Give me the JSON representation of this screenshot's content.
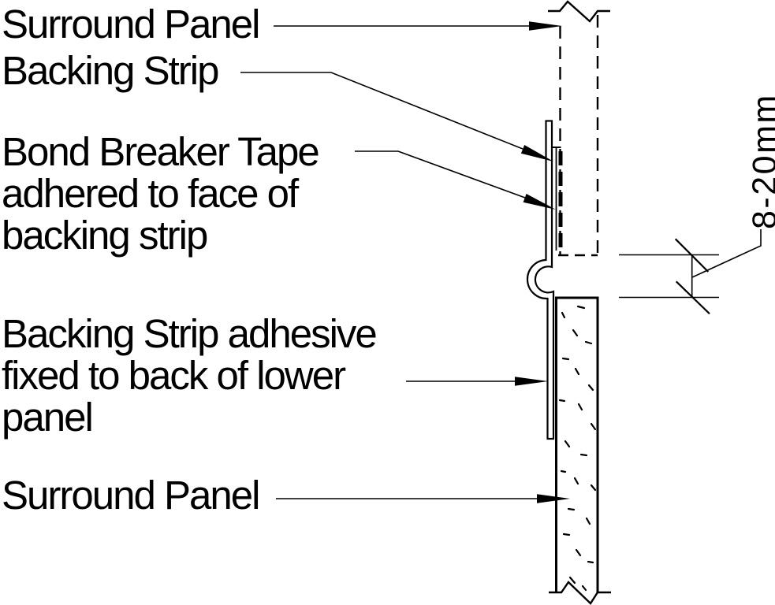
{
  "colors": {
    "background": "#ffffff",
    "ink": "#000000"
  },
  "drawing": {
    "type": "construction-detail-section",
    "annotations": {
      "surround_panel_top": {
        "lines": [
          "Surround Panel"
        ]
      },
      "backing_strip": {
        "lines": [
          "Backing Strip"
        ]
      },
      "bond_breaker_tape": {
        "lines": [
          "Bond Breaker Tape",
          "adhered to face of",
          "backing strip"
        ]
      },
      "backing_strip_adhesive": {
        "lines": [
          "Backing Strip adhesive",
          "fixed to back of lower",
          "panel"
        ]
      },
      "surround_panel_bottom": {
        "lines": [
          "Surround Panel"
        ]
      }
    },
    "dimension": {
      "label": "8-20mm"
    }
  }
}
